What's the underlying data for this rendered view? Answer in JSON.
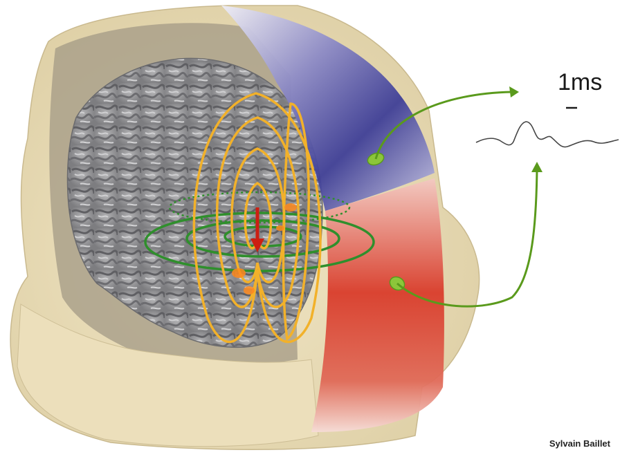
{
  "figure": {
    "scale_label": "1ms",
    "credit": "Sylvain Baillet"
  },
  "elements": {
    "head_model": "transparent-head-skin",
    "brain_surface": "cortex-surface",
    "dipole": "current-dipole-arrow",
    "magnetic_field_lines": "yellow-field-loops",
    "secondary_currents": "green-current-loops",
    "negative_potential_region": "blue-scalp-patch",
    "positive_potential_region": "red-scalp-patch",
    "waveform": "evoked-response-trace"
  },
  "colors": {
    "skin": "#e8dcb8",
    "cortex": "#9a9a9c",
    "field_lines": "#f2b12a",
    "current_loops": "#2f8f2c",
    "blue_region": "#4a4aa0",
    "red_region": "#d63a2a",
    "arrows": "#5a9a1c",
    "electrode": "#8cc63a",
    "dipole": "#cc1f12",
    "trace": "#444444"
  }
}
